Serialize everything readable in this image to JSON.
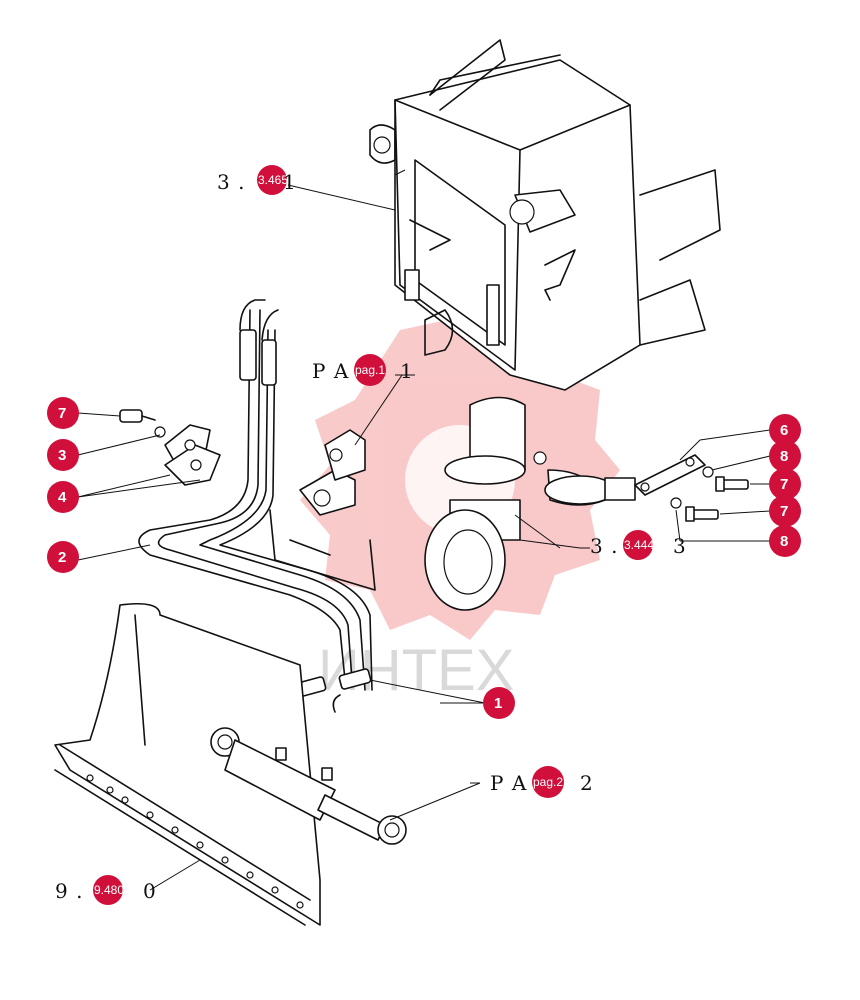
{
  "watermark": {
    "text": "ИНТЕХ",
    "color": "#f7b8b8"
  },
  "accent_color": "#d0103a",
  "references": [
    {
      "id": "ref-frame",
      "prefix": "3 .",
      "badge": "3.465",
      "suffix": "1"
    },
    {
      "id": "ref-bracket",
      "prefix": "P A",
      "badge": "pag.1",
      "suffix": "1"
    },
    {
      "id": "ref-clamp",
      "prefix": "3 .",
      "badge": "3.444",
      "suffix": "3"
    },
    {
      "id": "ref-cylinder",
      "prefix": "P A",
      "badge": "pag.2",
      "suffix": "2"
    },
    {
      "id": "ref-blade",
      "prefix": "9 .",
      "badge": "9.480",
      "suffix": "0"
    }
  ],
  "callouts": [
    {
      "id": "callout-7-left",
      "label": "7"
    },
    {
      "id": "callout-3",
      "label": "3"
    },
    {
      "id": "callout-4",
      "label": "4"
    },
    {
      "id": "callout-2",
      "label": "2"
    },
    {
      "id": "callout-1",
      "label": "1"
    },
    {
      "id": "callout-6",
      "label": "6"
    },
    {
      "id": "callout-8-top",
      "label": "8"
    },
    {
      "id": "callout-7-right-top",
      "label": "7"
    },
    {
      "id": "callout-7-right-bottom",
      "label": "7"
    },
    {
      "id": "callout-8-bottom",
      "label": "8"
    }
  ]
}
